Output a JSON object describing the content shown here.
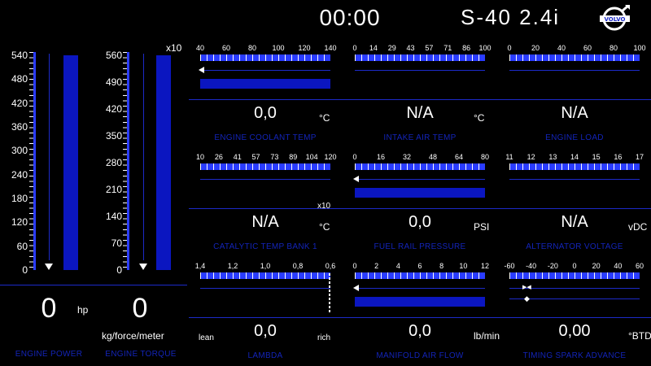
{
  "header": {
    "time": "00:00",
    "model": "S-40 2.4i",
    "brand": "VOLVO"
  },
  "colors": {
    "accent": "#1c2ac8",
    "bar": "#0b16c0",
    "label": "#1324b8"
  },
  "left": {
    "power": {
      "ticks": [
        "540",
        "480",
        "420",
        "360",
        "300",
        "240",
        "180",
        "120",
        "60",
        "0"
      ],
      "value": "0",
      "unit": "hp",
      "label": "ENGINE POWER",
      "fill": 1.0
    },
    "torque": {
      "ticks": [
        "560",
        "490",
        "420",
        "350",
        "280",
        "210",
        "140",
        "70",
        "0"
      ],
      "multiplier": "x10",
      "value": "0",
      "unit": "kg/force/meter",
      "label": "ENGINE TORQUE",
      "fill": 1.0
    }
  },
  "gauges": [
    {
      "id": "coolant",
      "ticks": [
        "40",
        "60",
        "80",
        "100",
        "120",
        "140"
      ],
      "value": "0,0",
      "unit": "°C",
      "label": "ENGINE COOLANT TEMP",
      "fill": 1.0,
      "arrow": true,
      "multiplier": ""
    },
    {
      "id": "intake",
      "ticks": [
        "0",
        "14",
        "29",
        "43",
        "57",
        "71",
        "86",
        "100"
      ],
      "value": "N/A",
      "unit": "°C",
      "label": "INTAKE AIR TEMP",
      "fill": 0,
      "arrow": false,
      "multiplier": ""
    },
    {
      "id": "load",
      "ticks": [
        "0",
        "20",
        "40",
        "60",
        "80",
        "100"
      ],
      "value": "N/A",
      "unit": "",
      "label": "ENGINE LOAD",
      "fill": 0,
      "arrow": false,
      "multiplier": ""
    },
    {
      "id": "cat",
      "ticks": [
        "10",
        "26",
        "41",
        "57",
        "73",
        "89",
        "104",
        "120"
      ],
      "value": "N/A",
      "unit": "°C",
      "label": "CATALYTIC TEMP BANK 1",
      "fill": 0,
      "arrow": false,
      "multiplier": "x10"
    },
    {
      "id": "rail",
      "ticks": [
        "0",
        "16",
        "32",
        "48",
        "64",
        "80"
      ],
      "value": "0,0",
      "unit": "PSI",
      "label": "FUEL RAIL PRESSURE",
      "fill": 1.0,
      "arrow": true,
      "multiplier": ""
    },
    {
      "id": "alt",
      "ticks": [
        "11",
        "12",
        "13",
        "14",
        "15",
        "16",
        "17"
      ],
      "value": "N/A",
      "unit": "vDC",
      "label": "ALTERNATOR VOLTAGE",
      "fill": 0,
      "arrow": false,
      "multiplier": ""
    },
    {
      "id": "lambda",
      "ticks": [
        "1,4",
        "1,2",
        "1,0",
        "0,8",
        "0,6"
      ],
      "value": "0,0",
      "unit": "",
      "label": "LAMBDA",
      "fill": 0,
      "arrow": false,
      "multiplier": "",
      "left_tag": "lean",
      "right_tag": "rich"
    },
    {
      "id": "maf",
      "ticks": [
        "0",
        "2",
        "4",
        "6",
        "8",
        "10",
        "12"
      ],
      "value": "0,0",
      "unit": "lb/min",
      "label": "MANIFOLD AIR FLOW",
      "fill": 1.0,
      "arrow": true,
      "multiplier": ""
    },
    {
      "id": "timing",
      "ticks": [
        "-60",
        "-40",
        "-20",
        "0",
        "20",
        "40",
        "60"
      ],
      "value": "0,00",
      "unit": "°BTDC",
      "label": "TIMING SPARK ADVANCE",
      "fill": 0,
      "arrow": false,
      "multiplier": ""
    }
  ]
}
